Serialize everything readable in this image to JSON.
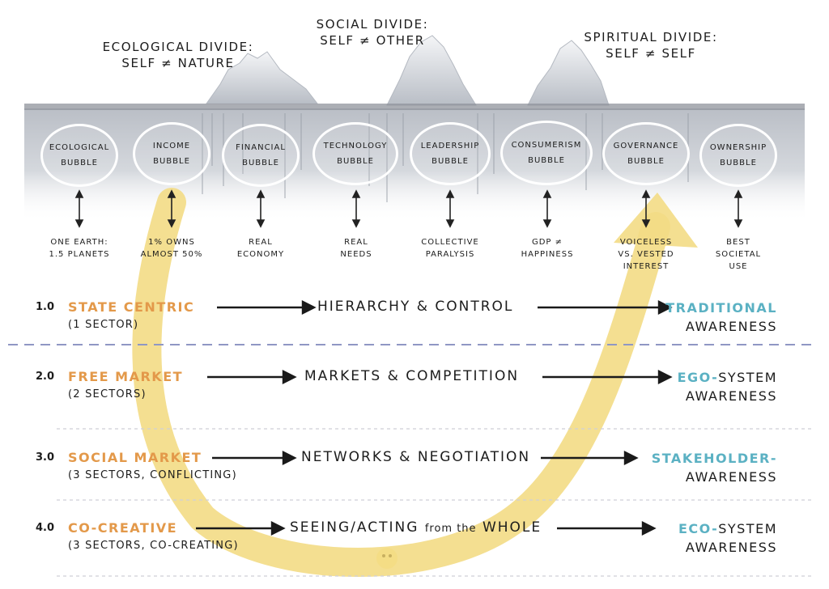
{
  "divides": [
    {
      "title": "Ecological Divide:",
      "sub": "Self ≠ Nature"
    },
    {
      "title": "Social Divide:",
      "sub": "Self ≠ Other"
    },
    {
      "title": "Spiritual Divide:",
      "sub": "Self ≠ Self"
    }
  ],
  "bubbles": [
    {
      "line1": "Ecological",
      "line2": "Bubble",
      "issue": [
        "One Earth:",
        "1.5 Planets"
      ]
    },
    {
      "line1": "Income",
      "line2": "Bubble",
      "issue": [
        "1% owns",
        "almost 50%"
      ]
    },
    {
      "line1": "Financial",
      "line2": "Bubble",
      "issue": [
        "Real",
        "Economy"
      ]
    },
    {
      "line1": "Technology",
      "line2": "Bubble",
      "issue": [
        "Real",
        "Needs"
      ]
    },
    {
      "line1": "Leadership",
      "line2": "Bubble",
      "issue": [
        "Collective",
        "Paralysis"
      ]
    },
    {
      "line1": "Consumerism",
      "line2": "Bubble",
      "issue": [
        "GDP ≠",
        "Happiness"
      ]
    },
    {
      "line1": "Governance",
      "line2": "Bubble",
      "issue": [
        "Voiceless",
        "vs. Vested",
        "Interest"
      ]
    },
    {
      "line1": "Ownership",
      "line2": "Bubble",
      "issue": [
        "Best",
        "Societal",
        "Use"
      ]
    }
  ],
  "levels": [
    {
      "version": "1.0",
      "mode": "State Centric",
      "sectors": "(1 Sector)",
      "mechanism": "Hierarchy & Control",
      "mechanism_suffix": "",
      "awareness_accent": "Traditional",
      "awareness_rest": "",
      "awareness_line2": "Awareness"
    },
    {
      "version": "2.0",
      "mode": "Free Market",
      "sectors": "(2 Sectors)",
      "mechanism": "Markets & Competition",
      "mechanism_suffix": "",
      "awareness_accent": "Ego-",
      "awareness_rest": "System",
      "awareness_line2": "Awareness"
    },
    {
      "version": "3.0",
      "mode": "Social Market",
      "sectors": "(3 Sectors, Conflicting)",
      "mechanism": "Networks & Negotiation",
      "mechanism_suffix": "",
      "awareness_accent": "Stakeholder-",
      "awareness_rest": "",
      "awareness_line2": "Awareness"
    },
    {
      "version": "4.0",
      "mode": "Co-Creative",
      "sectors": "(3 Sectors, Co-Creating)",
      "mechanism": "Seeing/Acting",
      "mechanism_lower": "from the",
      "mechanism_suffix": "Whole",
      "awareness_accent": "Eco-",
      "awareness_rest": "System",
      "awareness_line2": "Awareness"
    }
  ],
  "colors": {
    "mode": "#e3994a",
    "awareness_accent": "#5bb1c3",
    "u_arrow": "#f3dc85",
    "iceberg": "#c9cdd4",
    "divider_primary": "#8f97c4",
    "divider_secondary": "#cfcfd8"
  }
}
